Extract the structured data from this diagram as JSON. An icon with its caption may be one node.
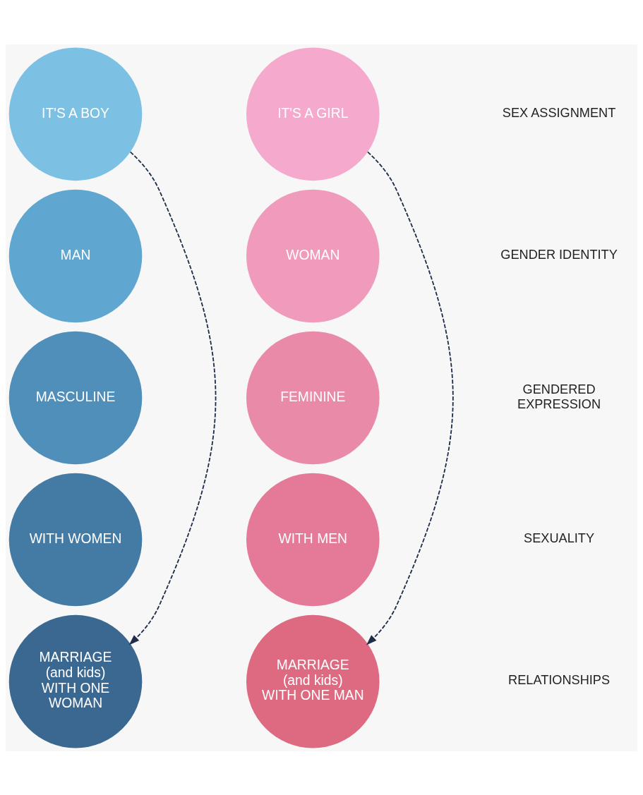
{
  "diagram": {
    "nodes": [
      {
        "text": [
          "IT'S A BOY"
        ]
      },
      {
        "text": [
          "MAN"
        ]
      },
      {
        "text": [
          "MASCULINE"
        ]
      },
      {
        "text": [
          "WITH WOMEN"
        ]
      },
      {
        "text": [
          "MARRIAGE (and kids) WITH ONE WOMAN"
        ]
      },
      {
        "text": [
          "IT'S A GIRL"
        ]
      },
      {
        "text": [
          "WOMAN"
        ]
      },
      {
        "text": [
          "FEMININE"
        ]
      },
      {
        "text": [
          "WITH MEN"
        ]
      },
      {
        "text": [
          "MARRIAGE (and kids) WITH ONE MAN"
        ]
      }
    ],
    "edges": [
      {
        "from": 0,
        "to": 4,
        "arrow": "to",
        "style": "dashed"
      },
      {
        "from": 5,
        "to": 9,
        "arrow": "to",
        "style": "dashed"
      }
    ],
    "labels": [
      "SEX ASSIGNMENT",
      "GENDER IDENTITY",
      "GENDERED EXPRESSION",
      "SEXUALITY",
      "RELATIONSHIPS"
    ]
  }
}
